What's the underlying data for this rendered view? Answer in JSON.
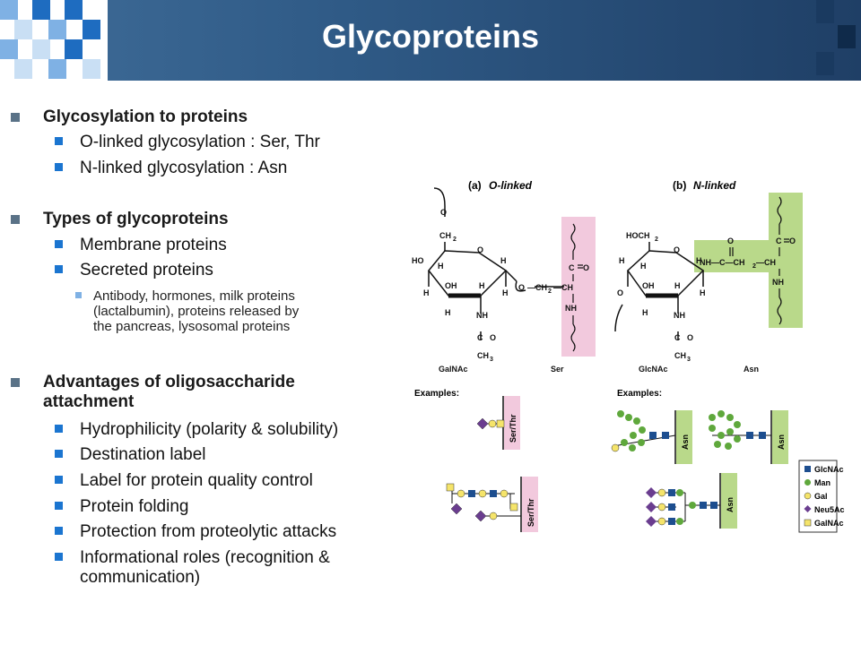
{
  "slide": {
    "title": "Glycoproteins"
  },
  "bullets": {
    "b1": "Glycosylation to proteins",
    "b1_1": "O-linked glycosylation : Ser, Thr",
    "b1_2": "N-linked glycosylation : Asn",
    "b2": "Types of glycoproteins",
    "b2_1": "Membrane proteins",
    "b2_2": "Secreted proteins",
    "b2_2_1_line1": "Antibody, hormones, milk proteins",
    "b2_2_1_line2": "(lactalbumin), proteins released by",
    "b2_2_1_line3": "the pancreas, lysosomal proteins",
    "b3_line1": "Advantages of oligosaccharide",
    "b3_line2": "attachment",
    "b3_1": "Hydrophilicity (polarity & solubility)",
    "b3_2": "Destination label",
    "b3_3": "Label for protein quality control",
    "b3_4": "Protein folding",
    "b3_5": "Protection from proteolytic attacks",
    "b3_6_line1": "Informational roles (recognition &",
    "b3_6_line2": "communication)"
  },
  "figure": {
    "panel_a": {
      "letter": "(a)",
      "title": "O-linked",
      "sugar_name": "GalNAc",
      "residue_name": "Ser"
    },
    "panel_b": {
      "letter": "(b)",
      "title": "N-linked",
      "sugar_name": "GlcNAc",
      "residue_name": "Asn"
    },
    "examples_label": "Examples:",
    "ser_thr_label": "Ser/Thr",
    "asn_label": "Asn",
    "legend": [
      {
        "name": "GlcNAc",
        "shape": "square",
        "color": "#1d4e8f"
      },
      {
        "name": "Man",
        "shape": "circle",
        "color": "#5fa83c"
      },
      {
        "name": "Gal",
        "shape": "circle",
        "color": "#f5e46a"
      },
      {
        "name": "Neu5Ac",
        "shape": "diamond",
        "color": "#6a3d8f"
      },
      {
        "name": "GalNAc",
        "shape": "square",
        "color": "#f5e46a"
      }
    ],
    "colors": {
      "ser_thr_bar": "#f2c9dd",
      "asn_bar": "#b9d98a"
    }
  }
}
